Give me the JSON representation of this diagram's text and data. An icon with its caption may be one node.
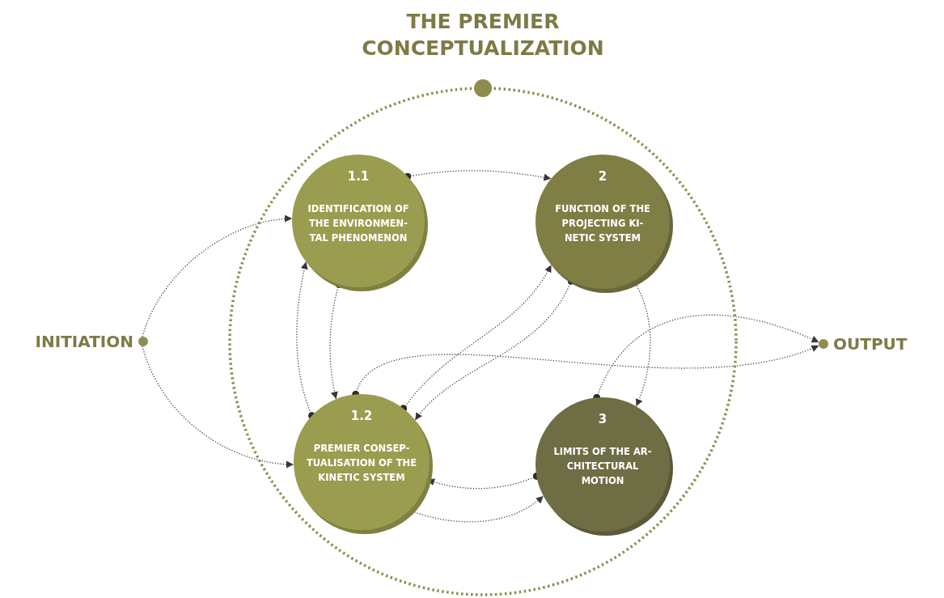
{
  "diagram": {
    "nodes": [
      {
        "text": [
          "THE PREMIER CONCEPTUALIZATION"
        ]
      },
      {
        "text": [
          "INITIATION"
        ]
      },
      {
        "text": [
          "1.1",
          "IDENTIFICATION OF THE ENVIRONMEN- TAL PHENOMENON"
        ],
        "in": 0
      },
      {
        "text": [
          "2",
          "FUNCTION OF THE PROJECTING KI- NETIC SYSTEM"
        ],
        "in": 0
      },
      {
        "text": [
          "1.2",
          "PREMIER CONSEP- TUALISATION OF THE KINETIC SYSTEM"
        ],
        "in": 0
      },
      {
        "text": [
          "3",
          "LIMITS OF THE AR- CHITECTURAL MOTION"
        ],
        "in": 0
      },
      {
        "text": [
          "OUTPUT"
        ]
      }
    ],
    "edges": [
      {
        "from": 1,
        "to": 2,
        "arrow": "to"
      },
      {
        "from": 1,
        "to": 4,
        "arrow": "to"
      },
      {
        "from": 2,
        "to": 3,
        "arrow": "to"
      },
      {
        "from": 2,
        "to": 4,
        "arrow": "to"
      },
      {
        "from": 4,
        "to": 2,
        "arrow": "to"
      },
      {
        "from": 4,
        "to": 6,
        "arrow": "to"
      },
      {
        "from": 4,
        "to": 3,
        "arrow": "to"
      },
      {
        "from": 3,
        "to": 4,
        "arrow": "to"
      },
      {
        "from": 3,
        "to": 5,
        "arrow": "to"
      },
      {
        "from": 5,
        "to": 6,
        "arrow": "to"
      },
      {
        "from": 5,
        "to": 4,
        "arrow": "to"
      },
      {
        "from": 4,
        "to": 5,
        "arrow": "to"
      }
    ]
  }
}
